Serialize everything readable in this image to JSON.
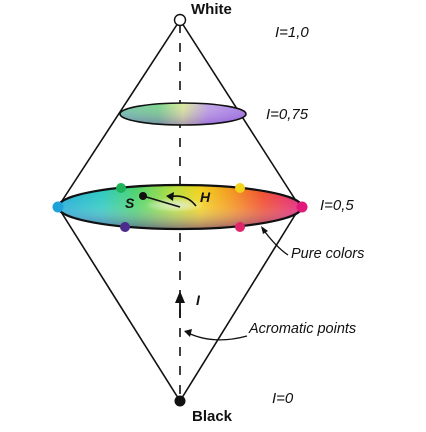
{
  "labels": {
    "white": "White",
    "black": "Black",
    "i_1": "I=1,0",
    "i_075": "I=0,75",
    "i_05": "I=0,5",
    "i_0": "I=0",
    "pure_colors": "Pure colors",
    "acromatic": "Acromatic points",
    "axis_i": "I",
    "s": "S",
    "h": "H"
  },
  "colors": {
    "line": "#111111",
    "dot_green": "#1fb35a",
    "dot_yellow": "#f2d21b",
    "dot_cyan": "#1ea2d8",
    "dot_magenta": "#e0197a",
    "dot_purple": "#4b2b8c",
    "dot_pink": "#e0246a"
  }
}
